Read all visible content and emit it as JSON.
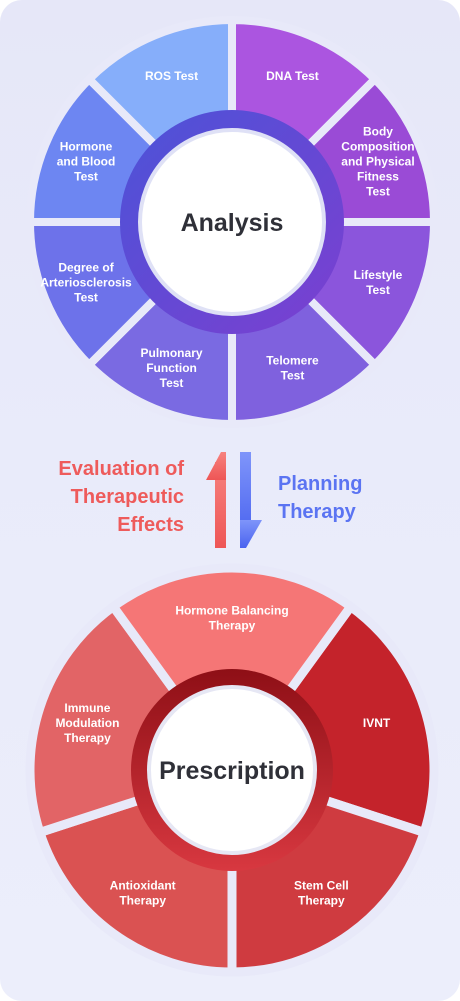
{
  "analysis": {
    "title": "Analysis",
    "segments": [
      {
        "lines": [
          "DNA Test"
        ],
        "color": "#ab55e0"
      },
      {
        "lines": [
          "Body",
          "Composition",
          "and Physical",
          "Fitness",
          "Test"
        ],
        "color": "#9a4bd6"
      },
      {
        "lines": [
          "Lifestyle",
          "Test"
        ],
        "color": "#8b55dc"
      },
      {
        "lines": [
          "Telomere",
          "Test"
        ],
        "color": "#7f61de"
      },
      {
        "lines": [
          "Pulmonary",
          "Function",
          "Test"
        ],
        "color": "#7a6ae2"
      },
      {
        "lines": [
          "Degree of",
          "Arteriosclerosis",
          "Test"
        ],
        "color": "#6d72ea"
      },
      {
        "lines": [
          "Hormone",
          "and Blood",
          "Test"
        ],
        "color": "#6d86f2"
      },
      {
        "lines": [
          "ROS Test"
        ],
        "color": "#86aefa"
      }
    ]
  },
  "prescription": {
    "title": "Prescription",
    "segments": [
      {
        "lines": [
          "IVNT"
        ],
        "color": "#c4232b"
      },
      {
        "lines": [
          "Stem Cell",
          "Therapy"
        ],
        "color": "#cf3b40"
      },
      {
        "lines": [
          "Antioxidant",
          "Therapy"
        ],
        "color": "#da5252"
      },
      {
        "lines": [
          "Immune",
          "Modulation",
          "Therapy"
        ],
        "color": "#e26466"
      },
      {
        "lines": [
          "Hormone Balancing",
          "Therapy"
        ],
        "color": "#f57676"
      }
    ]
  },
  "cycle": {
    "left_lines": [
      "Evaluation of",
      "Therapeutic",
      "Effects"
    ],
    "right_lines": [
      "Planning",
      "Therapy"
    ],
    "up_color": "#ee5656",
    "down_color": "#5b74f2"
  }
}
